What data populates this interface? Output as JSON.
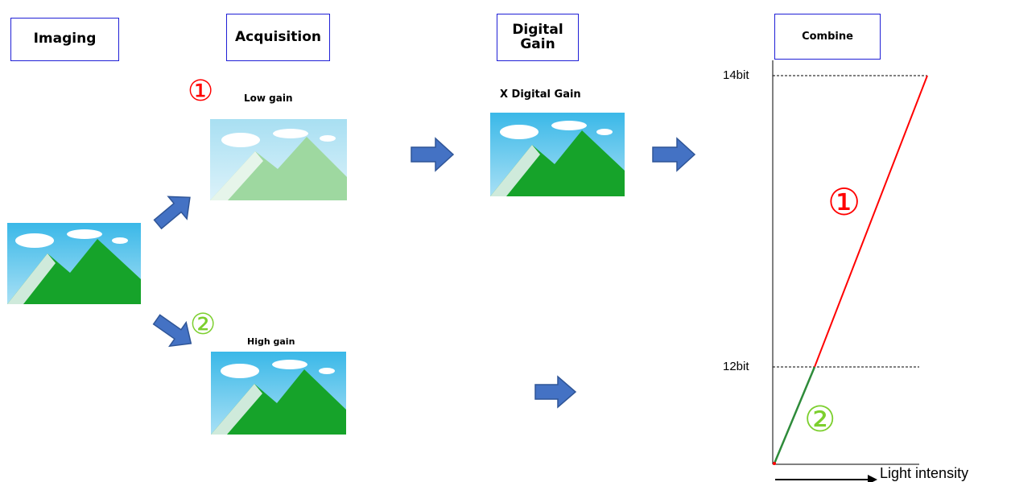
{
  "stages": {
    "imaging": "Imaging",
    "acquisition": "Acquisition",
    "digital_gain_line1": "Digital",
    "digital_gain_line2": "Gain",
    "combine": "Combine"
  },
  "labels": {
    "marker_1": "①",
    "marker_2": "②",
    "low_gain": "Low gain",
    "high_gain": "High gain",
    "x_digital_gain": "X Digital Gain"
  },
  "chart": {
    "tick_14bit": "14bit",
    "tick_12bit": "12bit",
    "x_axis_label": "Light intensity",
    "marker_1": "①",
    "marker_2": "②"
  },
  "colors": {
    "box_border": "#1f1fd6",
    "arrow_fill": "#4472c4",
    "low_gain_line": "#ff0000",
    "high_gain_line": "#2e8b3a",
    "marker_1": "#ff0000",
    "marker_2": "#7ccf2e"
  },
  "chart_data": {
    "type": "line",
    "xlabel": "Light intensity",
    "ylabel": "",
    "y_ticks": [
      "12bit",
      "14bit"
    ],
    "series": [
      {
        "name": "②",
        "segment": "high gain",
        "x": [
          0,
          1
        ],
        "y": [
          "0",
          "12bit"
        ]
      },
      {
        "name": "①",
        "segment": "low gain",
        "x": [
          1,
          4
        ],
        "y": [
          "12bit",
          "14bit"
        ]
      }
    ],
    "grid": false
  }
}
